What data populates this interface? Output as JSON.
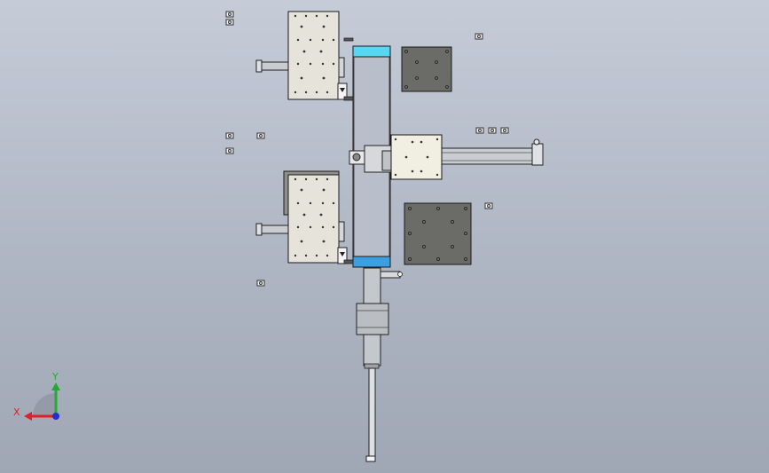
{
  "window": {
    "kind": "cad-model-viewport"
  },
  "axis_triad": {
    "x_label": "X",
    "y_label": "Y",
    "x_color": "#e0202a",
    "y_color": "#22aa33",
    "z_color": "#2030d0"
  },
  "colors": {
    "background_top": "#c5ccd8",
    "background_bottom": "#a0a7b4",
    "plate_light": "#e6e4da",
    "plate_dark": "#6b6c68",
    "frame_blue": "#5bd6f2",
    "frame_blue_bottom": "#3c9fe0",
    "rod": "#c9ccd0"
  }
}
